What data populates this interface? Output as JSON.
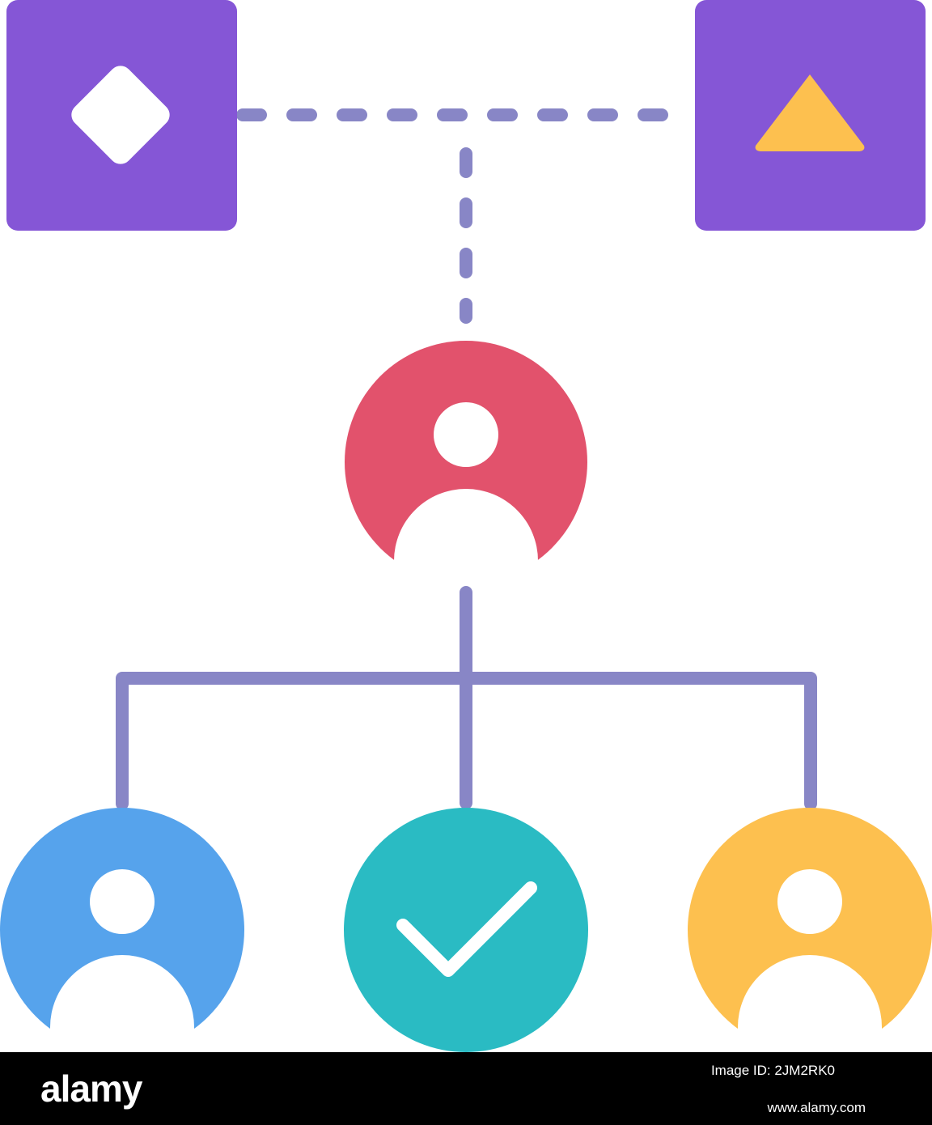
{
  "colors": {
    "box": "#8556d6",
    "connector": "#8886c6",
    "manager_node": "#e2526c",
    "left_node": "#56a3ec",
    "check_node": "#2abbc3",
    "right_node": "#fdc04f",
    "triangle": "#fdc04f",
    "glyph": "#ffffff",
    "footer": "#000000"
  },
  "diagram": {
    "top_left_box": {
      "icon": "diamond-icon"
    },
    "top_right_box": {
      "icon": "triangle-icon"
    },
    "manager_node": {
      "icon": "person-icon"
    },
    "child_nodes": [
      {
        "icon": "person-icon"
      },
      {
        "icon": "checkmark-icon"
      },
      {
        "icon": "person-icon"
      }
    ]
  },
  "footer": {
    "brand": "alamy",
    "image_id": "Image ID: 2JM2RK0",
    "url": "www.alamy.com"
  }
}
